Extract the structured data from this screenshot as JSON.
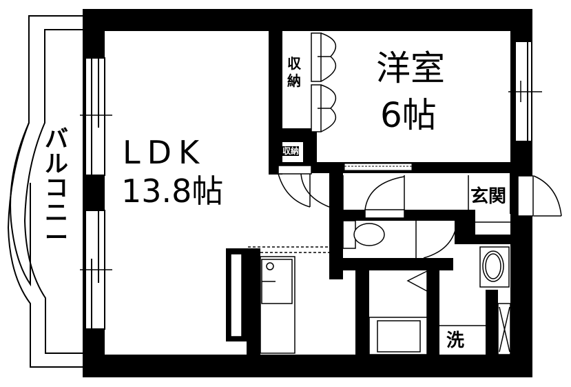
{
  "floor_plan": {
    "rooms": [
      {
        "id": "ldk",
        "name": "LDK",
        "size": "13.8帖"
      },
      {
        "id": "western-room",
        "name": "洋室",
        "size": "6帖"
      },
      {
        "id": "storage-main",
        "name": "収納"
      },
      {
        "id": "storage-small",
        "name": "収納"
      },
      {
        "id": "entrance",
        "name": "玄関"
      },
      {
        "id": "washroom",
        "name": "洗"
      },
      {
        "id": "balcony",
        "name": "バルコニー"
      }
    ],
    "fixtures": [
      "kitchen-sink",
      "toilet",
      "washbasin",
      "bathtub",
      "refrigerator-space",
      "shoe-cabinet"
    ],
    "colors": {
      "wall": "#000000",
      "background": "#ffffff"
    }
  }
}
